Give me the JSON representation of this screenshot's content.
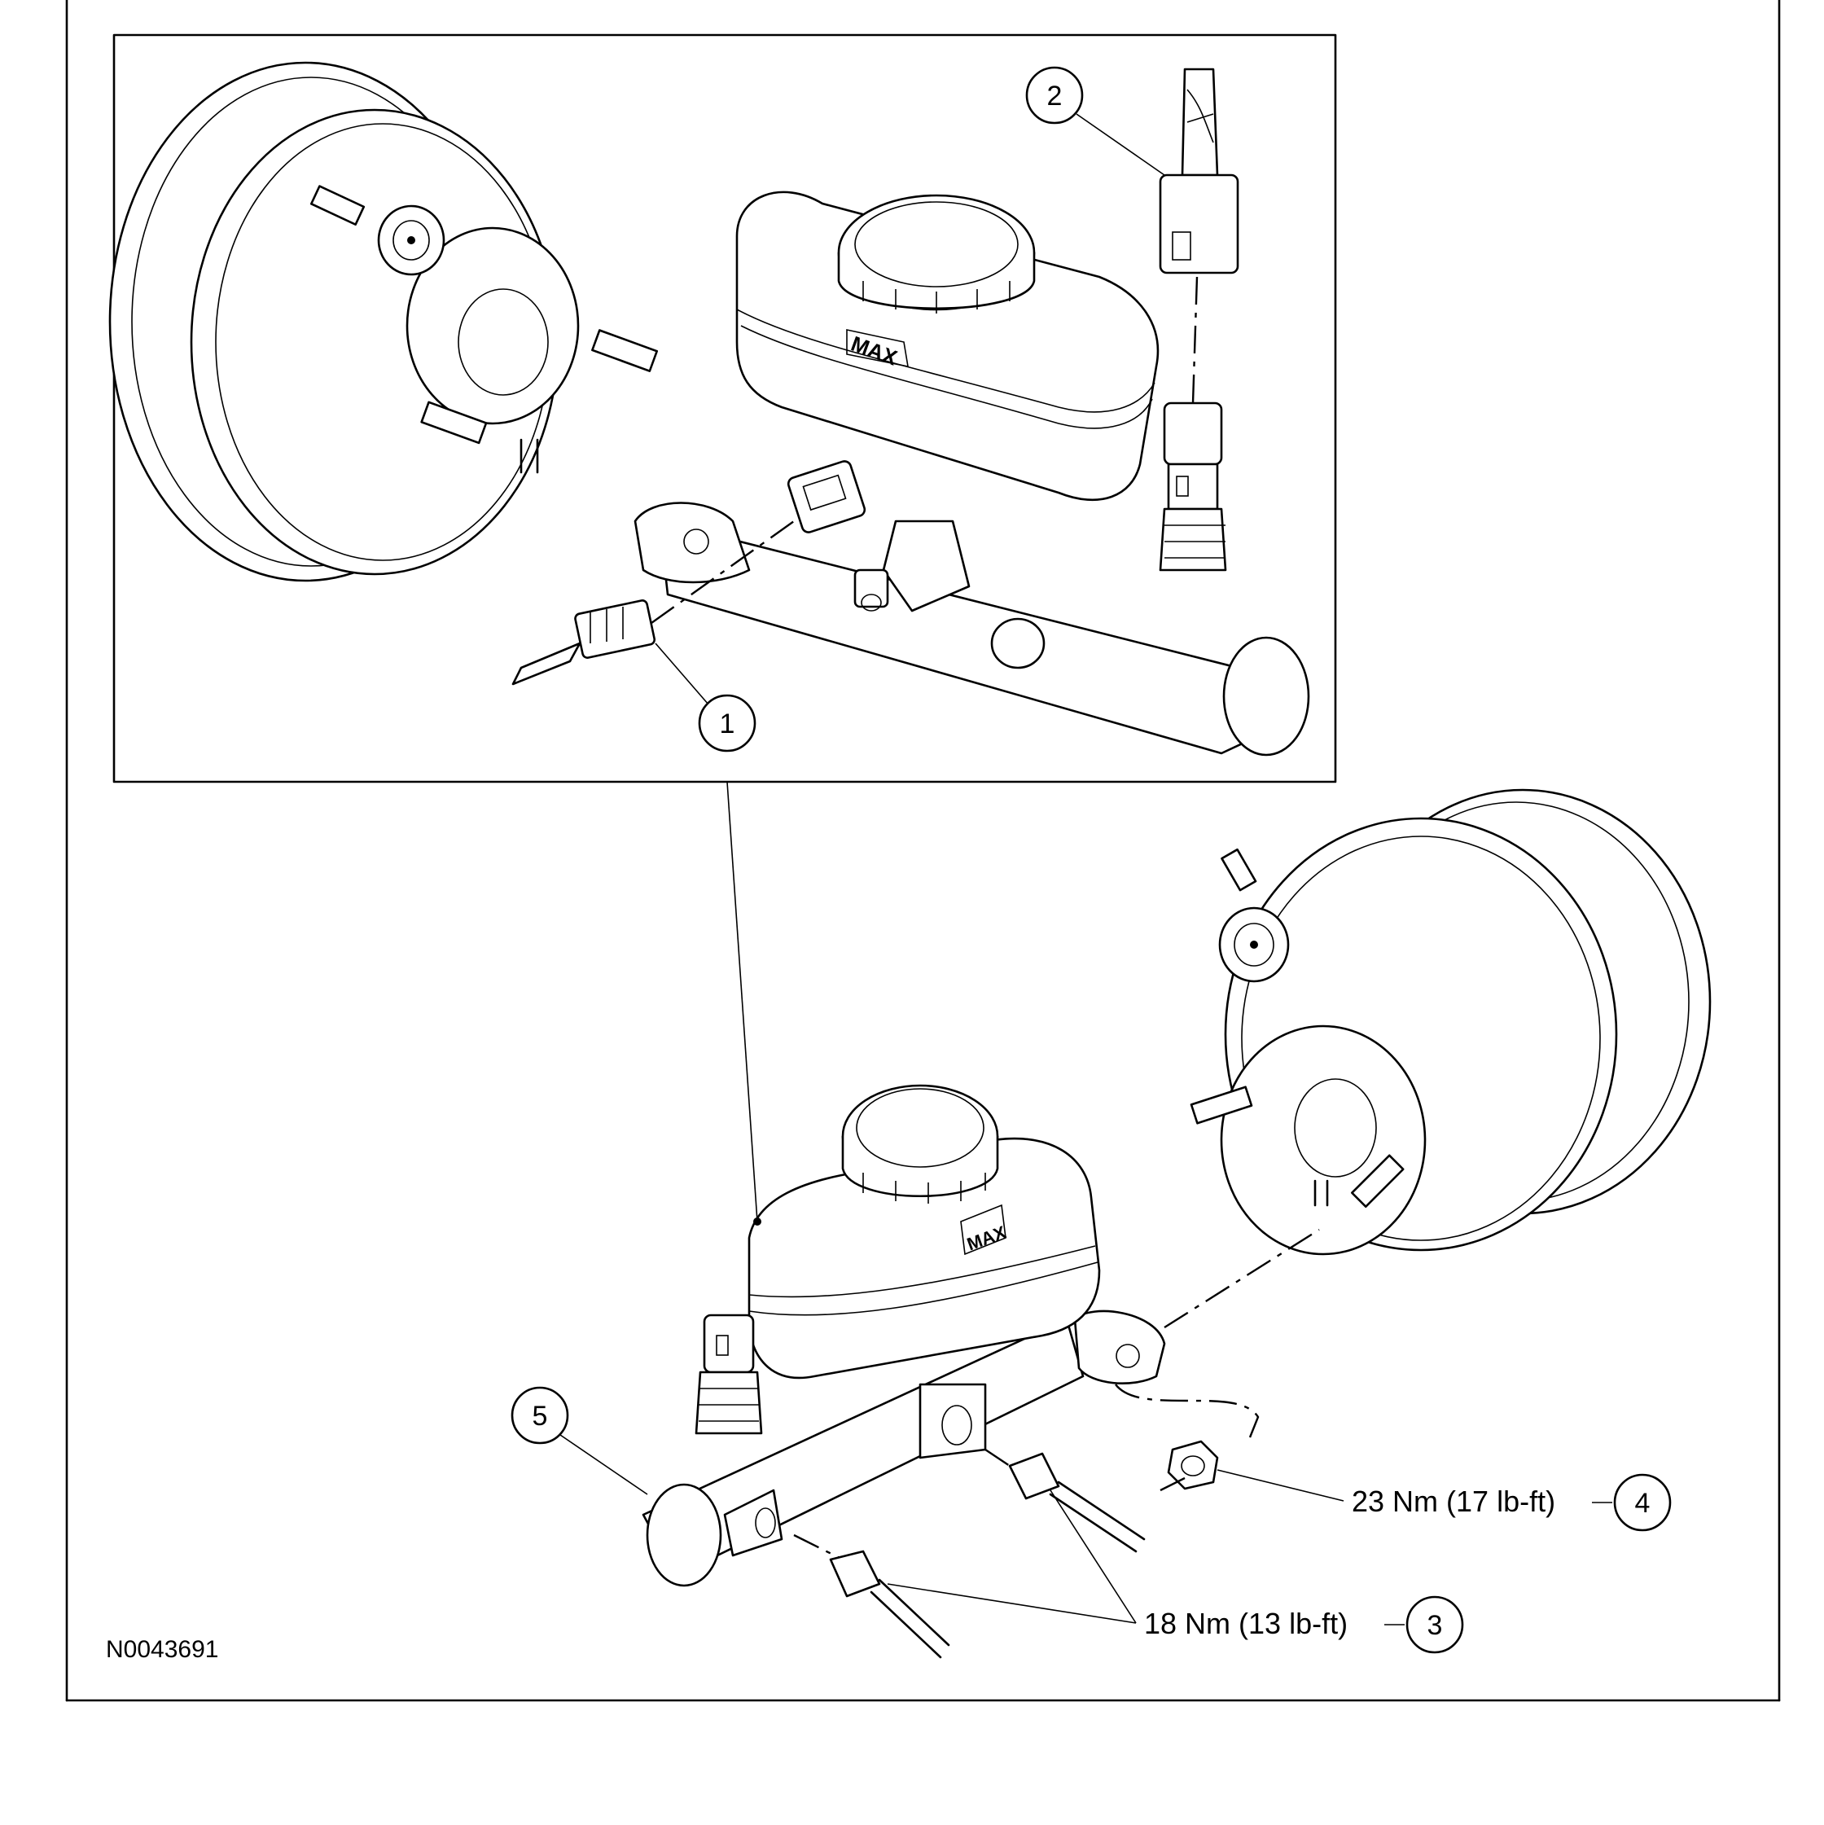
{
  "figure_id": "N0043691",
  "mark_text": "MAX",
  "callouts": [
    {
      "number": "1"
    },
    {
      "number": "2"
    },
    {
      "number": "3",
      "torque": "18 Nm (13 lb-ft)"
    },
    {
      "number": "4",
      "torque": "23 Nm (17 lb-ft)"
    },
    {
      "number": "5"
    }
  ]
}
